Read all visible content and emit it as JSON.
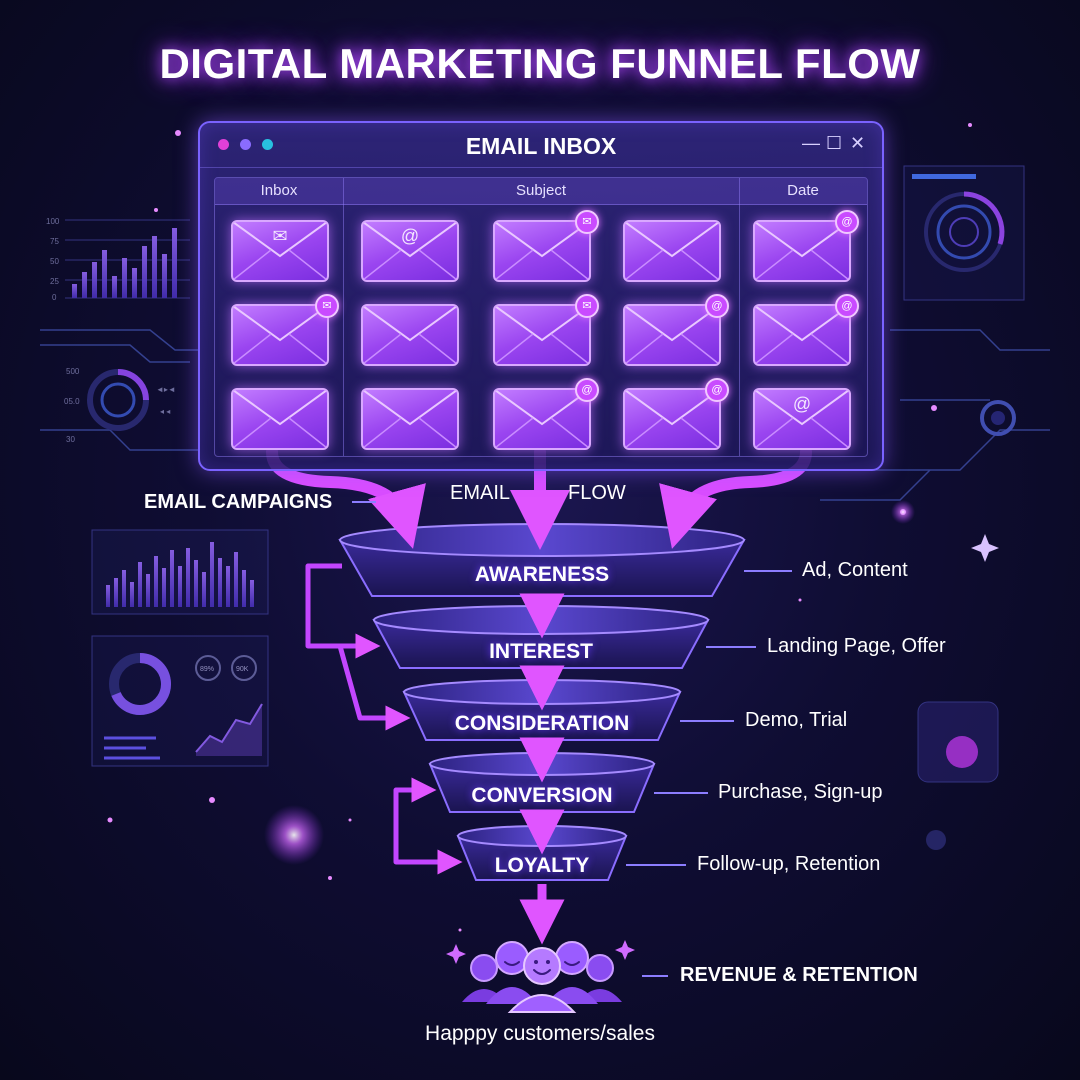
{
  "title": "DIGITAL MARKETING FUNNEL FLOW",
  "window": {
    "title": "EMAIL INBOX",
    "columns": [
      "Inbox",
      "Subject",
      "Date"
    ],
    "controls": [
      "—",
      "☐",
      "✕"
    ],
    "traffic_lights": [
      "#e040d8",
      "#8a6cff",
      "#28c0e0"
    ]
  },
  "flow_labels": {
    "email_campaigns": "EMAIL CAMPAIGNS",
    "email": "EMAIL",
    "flow": "FLOW"
  },
  "stages": [
    {
      "name": "AWARENESS",
      "note": "Ad, Content"
    },
    {
      "name": "INTEREST",
      "note": "Landing Page, Offer"
    },
    {
      "name": "CONSIDERATION",
      "note": "Demo, Trial"
    },
    {
      "name": "CONVERSION",
      "note": "Purchase, Sign-up"
    },
    {
      "name": "LOYALTY",
      "note": "Follow-up, Retention"
    }
  ],
  "outcome": {
    "label": "REVENUE & RETENTION",
    "caption": "Happpy customers/sales"
  },
  "icons": {
    "envelope": "envelope-icon",
    "at_sign": "at-sign-icon",
    "mail_badge": "mail-badge-icon",
    "customers": "happy-customers-icon"
  },
  "colors": {
    "accent": "#b44dff",
    "arrow": "#d94dff",
    "window_border": "#7a62ff",
    "background": "#0f0d33"
  }
}
